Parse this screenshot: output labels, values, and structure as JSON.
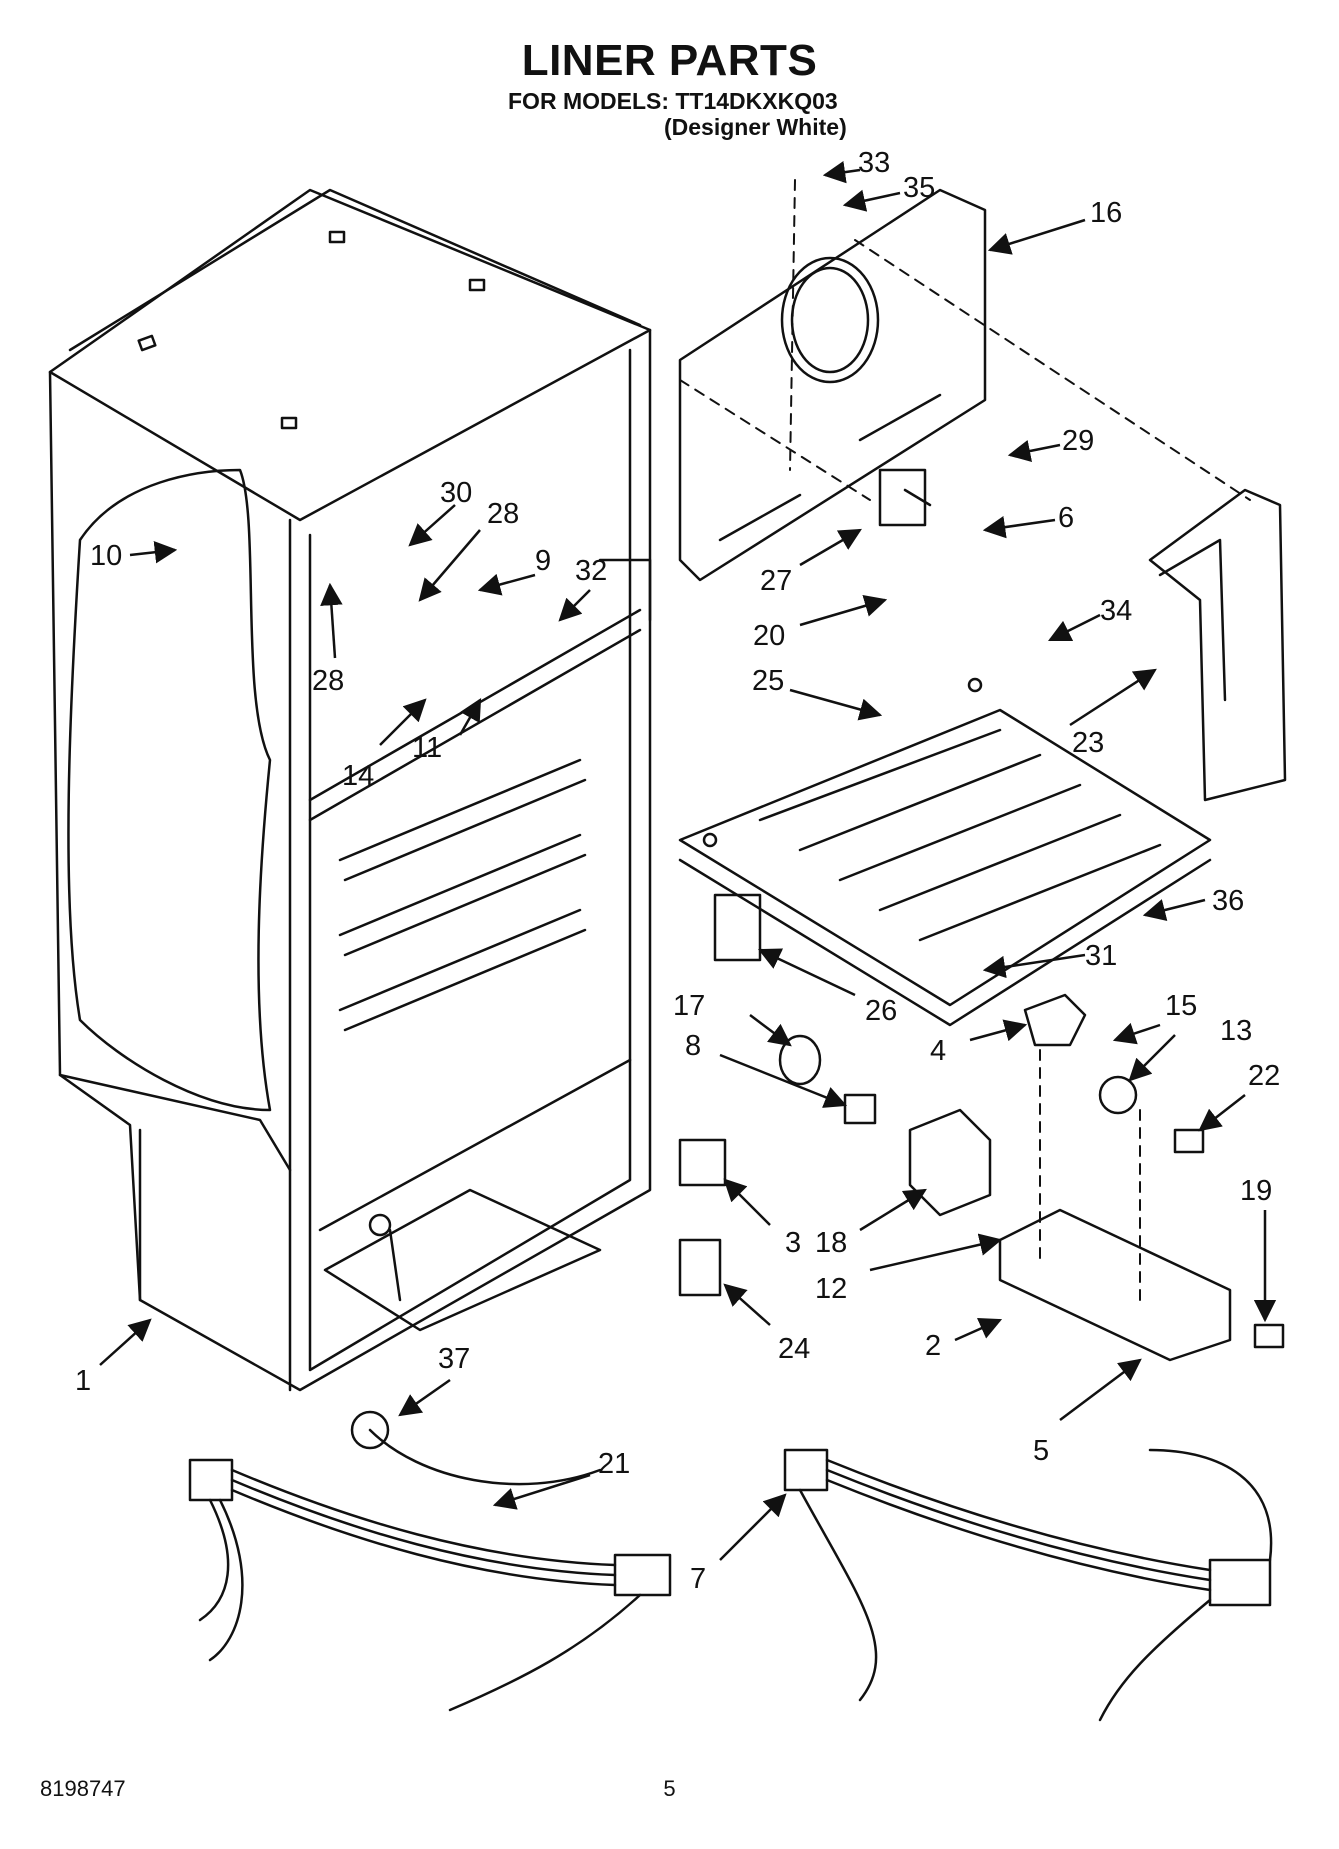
{
  "header": {
    "title": "LINER PARTS",
    "models_line": "FOR MODELS: TT14DKXKQ03",
    "color_line": "(Designer White)"
  },
  "footer": {
    "doc_number": "8198747",
    "page_number": "5"
  },
  "callouts": [
    "33",
    "35",
    "16",
    "29",
    "6",
    "27",
    "20",
    "34",
    "23",
    "25",
    "36",
    "31",
    "26",
    "4",
    "15",
    "13",
    "22",
    "17",
    "8",
    "3",
    "18",
    "12",
    "19",
    "2",
    "24",
    "5",
    "7",
    "37",
    "21",
    "1",
    "10",
    "30",
    "28",
    "9",
    "32",
    "28",
    "14",
    "11"
  ]
}
